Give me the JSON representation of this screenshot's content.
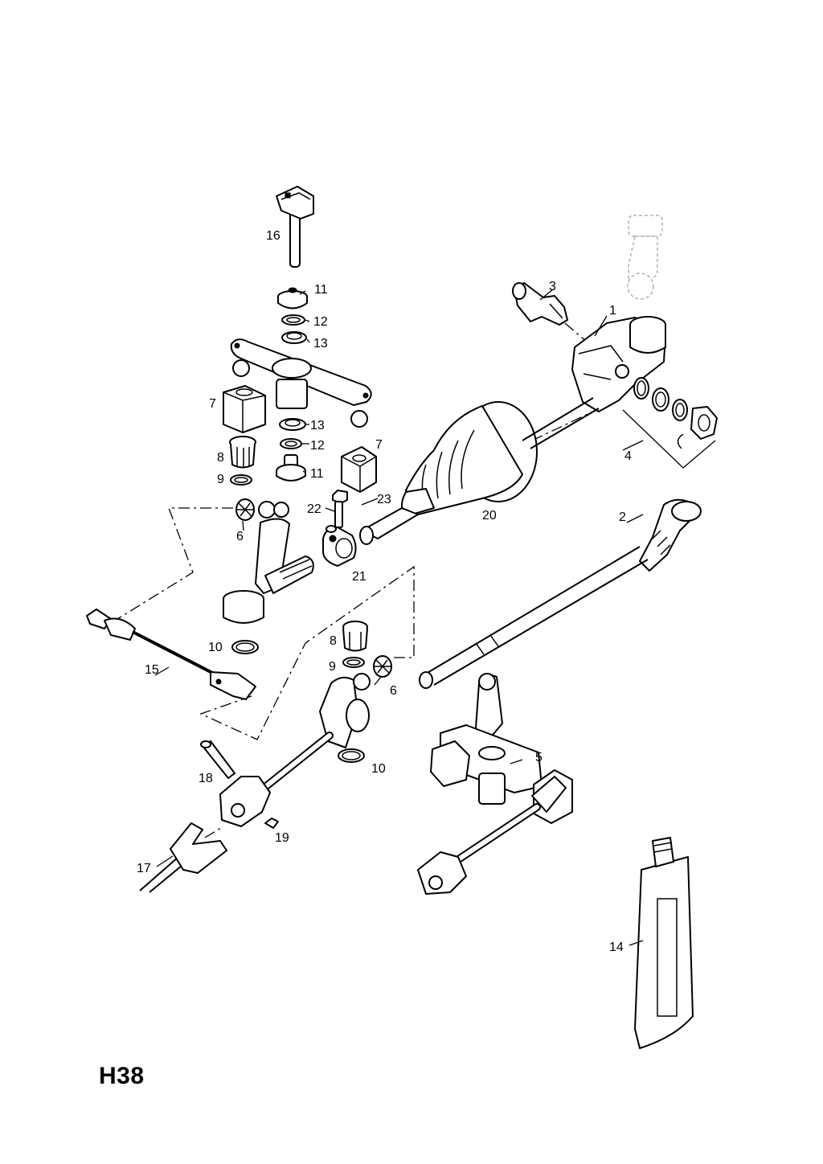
{
  "sheet_code": "H38",
  "callouts": {
    "c1": "1",
    "c2": "2",
    "c3": "3",
    "c4": "4",
    "c5": "5",
    "c6a": "6",
    "c6b": "6",
    "c7a": "7",
    "c7b": "7",
    "c8a": "8",
    "c8b": "8",
    "c9a": "9",
    "c9b": "9",
    "c10a": "10",
    "c10b": "10",
    "c11a": "11",
    "c11b": "11",
    "c12a": "12",
    "c12b": "12",
    "c13a": "13",
    "c13b": "13",
    "c14": "14",
    "c15": "15",
    "c16": "16",
    "c17": "17",
    "c18": "18",
    "c19": "19",
    "c20": "20",
    "c21": "21",
    "c22": "22",
    "c23": "23"
  }
}
